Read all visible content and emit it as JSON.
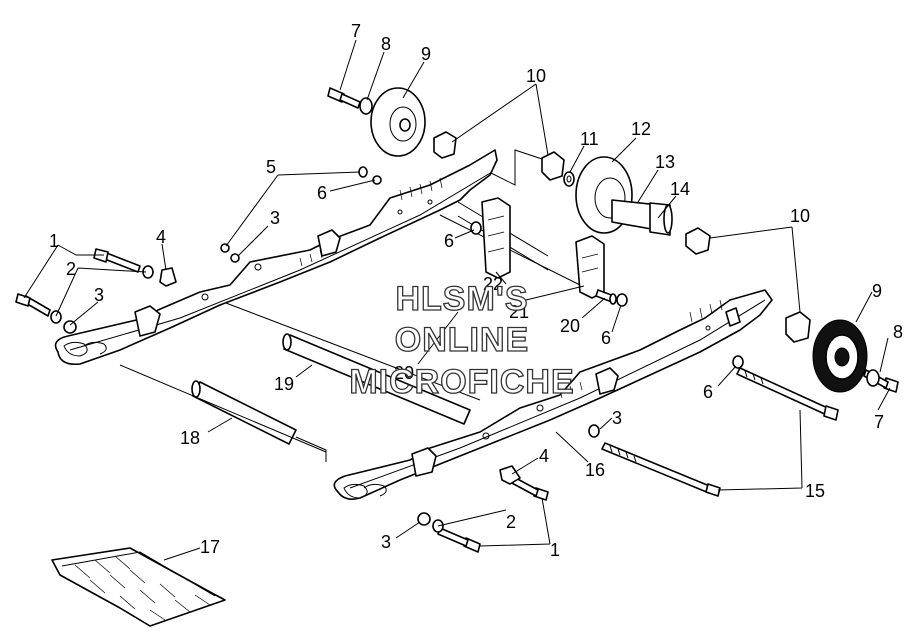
{
  "callouts": {
    "c1a": "1",
    "c1b": "1",
    "c2a": "2",
    "c2b": "2",
    "c3a": "3",
    "c3b": "3",
    "c3c": "3",
    "c3d": "3",
    "c4a": "4",
    "c4b": "4",
    "c5": "5",
    "c6a": "6",
    "c6b": "6",
    "c6c": "6",
    "c6d": "6",
    "c7a": "7",
    "c7b": "7",
    "c8a": "8",
    "c8b": "8",
    "c9a": "9",
    "c9b": "9",
    "c10a": "10",
    "c10b": "10",
    "c11": "11",
    "c12": "12",
    "c13": "13",
    "c14": "14",
    "c15": "15",
    "c16": "16",
    "c17": "17",
    "c18": "18",
    "c19": "19",
    "c20a": "20",
    "c20b": "20",
    "c21": "21",
    "c22": "22"
  },
  "watermark": {
    "line1": "HLSM'S",
    "line2": "ONLINE",
    "line3": "MICROFICHE"
  }
}
